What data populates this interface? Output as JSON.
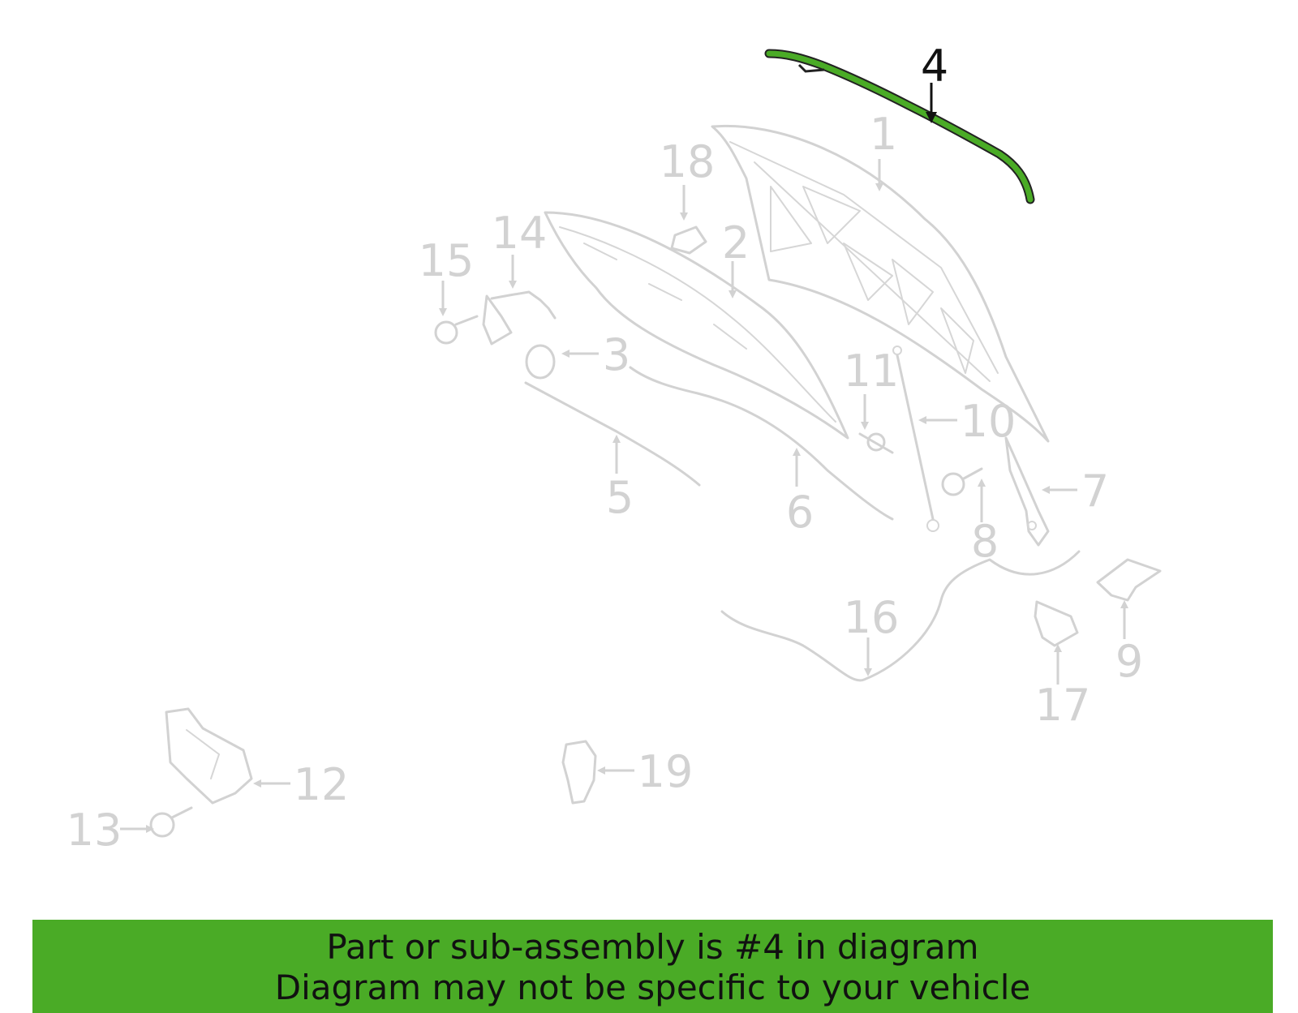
{
  "colors": {
    "highlight": "#4aab26",
    "muted": "#d2d2d2",
    "active_label": "#111111",
    "banner_bg": "#4aab26"
  },
  "highlighted_part": "4",
  "callouts": [
    "1",
    "2",
    "3",
    "4",
    "5",
    "6",
    "7",
    "8",
    "9",
    "10",
    "11",
    "12",
    "13",
    "14",
    "15",
    "16",
    "17",
    "18",
    "19"
  ],
  "banner": {
    "line1": "Part or sub-assembly is #4 in diagram",
    "line2": "Diagram may not be specific to your vehicle"
  }
}
